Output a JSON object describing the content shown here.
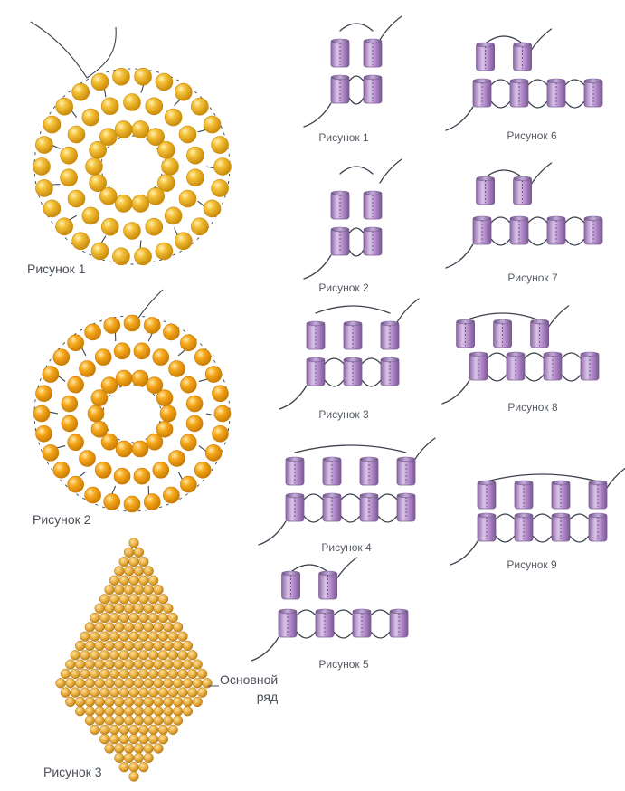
{
  "left_figures": [
    {
      "id": "fig1",
      "caption": "Рисунок 1"
    },
    {
      "id": "fig2",
      "caption": "Рисунок 2"
    },
    {
      "id": "fig3",
      "caption": "Рисунок 3"
    }
  ],
  "main_row_label": {
    "line1": "Основной",
    "line2": "ряд"
  },
  "right_figures": [
    {
      "caption": "Рисунок 1",
      "top": [
        1,
        1
      ],
      "bottom": [
        1,
        1
      ]
    },
    {
      "caption": "Рисунок 2",
      "top": [
        1,
        1
      ],
      "bottom": [
        1,
        1
      ]
    },
    {
      "caption": "Рисунок 3",
      "top": [
        1,
        1,
        1
      ],
      "bottom": [
        1,
        1,
        1
      ]
    },
    {
      "caption": "Рисунок 4",
      "top": [
        1,
        1,
        1,
        1
      ],
      "bottom": [
        1,
        1,
        1,
        1
      ]
    },
    {
      "caption": "Рисунок 5",
      "top": [
        1,
        1
      ],
      "bottom": [
        1,
        1,
        1,
        1
      ]
    },
    {
      "caption": "Рисунок 6",
      "top": [
        1,
        1
      ],
      "bottom": [
        1,
        1,
        1,
        1
      ]
    },
    {
      "caption": "Рисунок 7",
      "top": [
        1,
        1
      ],
      "bottom": [
        1,
        1,
        1,
        1
      ]
    },
    {
      "caption": "Рисунок 8",
      "top": [
        1,
        1,
        1
      ],
      "bottom": [
        1,
        1,
        1,
        1
      ]
    },
    {
      "caption": "Рисунок 9",
      "top": [
        1,
        1,
        1,
        1
      ],
      "bottom": [
        1,
        1,
        1,
        1
      ]
    }
  ],
  "colors": {
    "bead_gold": "#f2b31e",
    "bead_gold_dark": "#c98a08",
    "bead_orange": "#f7a81b",
    "bead_diamond": "#e8ad3c",
    "bead_diamond_edge": "#b47a18",
    "tube_bead": "#b48acc",
    "tube_bead_light": "#dcc4ea",
    "tube_bead_dark": "#7a5a92",
    "thread": "#3c434d",
    "caption": "#555a63"
  }
}
